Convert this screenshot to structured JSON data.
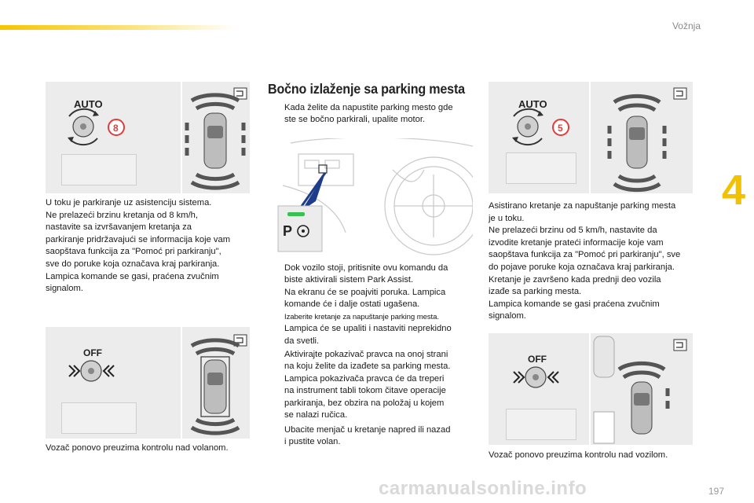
{
  "header": {
    "section": "Vožnja",
    "chapter_tab": "4",
    "page_number": "197"
  },
  "watermark": "carmanualsonline.info",
  "figures": {
    "auto_8": {
      "mode_label": "AUTO",
      "badge": "8"
    },
    "off_left": {
      "mode_label": "OFF"
    },
    "auto_5": {
      "mode_label": "AUTO",
      "badge": "5"
    },
    "off_right": {
      "mode_label": "OFF"
    },
    "dashboard": {
      "button_letter": "P"
    }
  },
  "left_column": {
    "para1": [
      "U toku je parkiranje uz asistenciju sistema.",
      "Ne prelazeći brzinu kretanja od 8 km/h,",
      "nastavite sa izvršavanjem kretanja za",
      "parkiranje pridržavajući se informacija koje vam",
      "saopštava funkcija za \"Pomoć pri parkiranju\",",
      "sve do poruke koja označava kraj parkiranja.",
      "Lampica komande se gasi, praćena zvučnim",
      "signalom."
    ],
    "para2": "Vozač ponovo preuzima kontrolu nad volanom."
  },
  "middle_column": {
    "title": "Bočno izlaženje sa parking mesta",
    "bullet_marker": "",
    "bullet1": [
      "Kada želite da napustite parking mesto gde",
      "ste se bočno parkirali, upalite motor."
    ],
    "bullet2": [
      "Dok vozilo stoji, pritisnite ovu komandu da",
      "biste aktivirali sistem Park Assist.",
      "Na ekranu će se poajviti poruka. Lampica",
      "komande će i dalje ostati ugašena."
    ],
    "bullet3_small": "Izaberite kretanje za napuštanje parking mesta.",
    "bullet3": [
      "Lampica će se upaliti i nastaviti neprekidno",
      "da svetli."
    ],
    "bullet4": [
      "Aktivirajte pokazivač pravca na onoj strani",
      "na koju želite da izađete sa parking mesta.",
      "Lampica pokazivača pravca će da treperi",
      "na instrument tabli tokom čitave operacije",
      "parkiranja, bez obzira na položaj u kojem",
      "se nalazi ručica."
    ],
    "bullet5": [
      "Ubacite menjač u kretanje napred ili nazad",
      "i pustite volan."
    ]
  },
  "right_column": {
    "para1": [
      "Asistirano kretanje za napuštanje parking mesta",
      "je u toku.",
      "Ne prelazeći brzinu od 5 km/h, nastavite da",
      "izvodite kretanje prateći informacije koje vam",
      "saopštava funkcija za \"Pomoć pri parkiranju\", sve",
      "do pojave poruke koja označava kraj parkiranja.",
      "Kretanje je završeno kada prednji deo vozila",
      "izađe sa parking mesta.",
      "Lampica komande se gasi praćena zvučnim",
      "signalom."
    ],
    "para2": "Vozač ponovo preuzima kontrolu nad vozilom."
  }
}
